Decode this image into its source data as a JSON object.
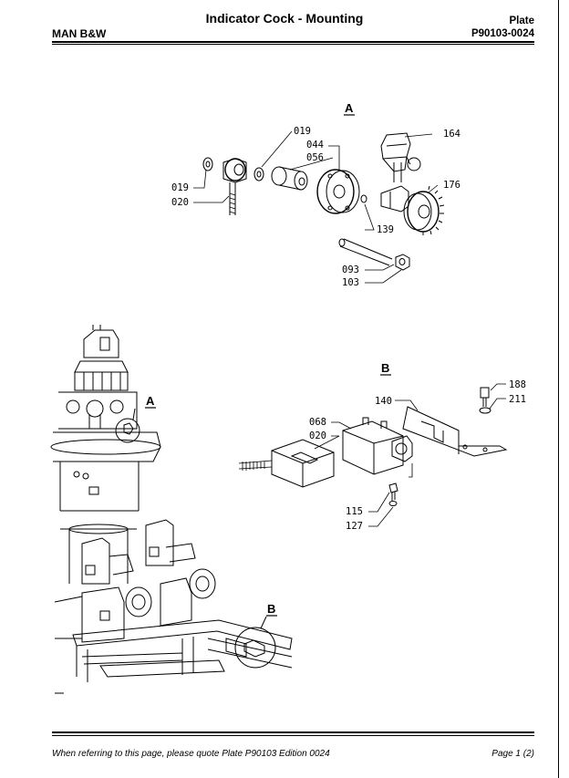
{
  "header": {
    "brand": "MAN B&W",
    "title": "Indicator Cock - Mounting",
    "plate_label": "Plate",
    "plate_number": "P90103-0024"
  },
  "footer": {
    "reference_note": "When referring to this page, please quote Plate P90103 Edition 0024",
    "page": "Page 1 (2)"
  },
  "detail_a": {
    "title": "A",
    "labels": [
      "019",
      "044",
      "056",
      "164",
      "176",
      "019",
      "020",
      "139",
      "093",
      "103"
    ]
  },
  "detail_b": {
    "title": "B",
    "labels": [
      "188",
      "211",
      "140",
      "068",
      "020",
      "115",
      "127"
    ]
  },
  "overview": {
    "callout_a": "A",
    "callout_b": "B"
  }
}
